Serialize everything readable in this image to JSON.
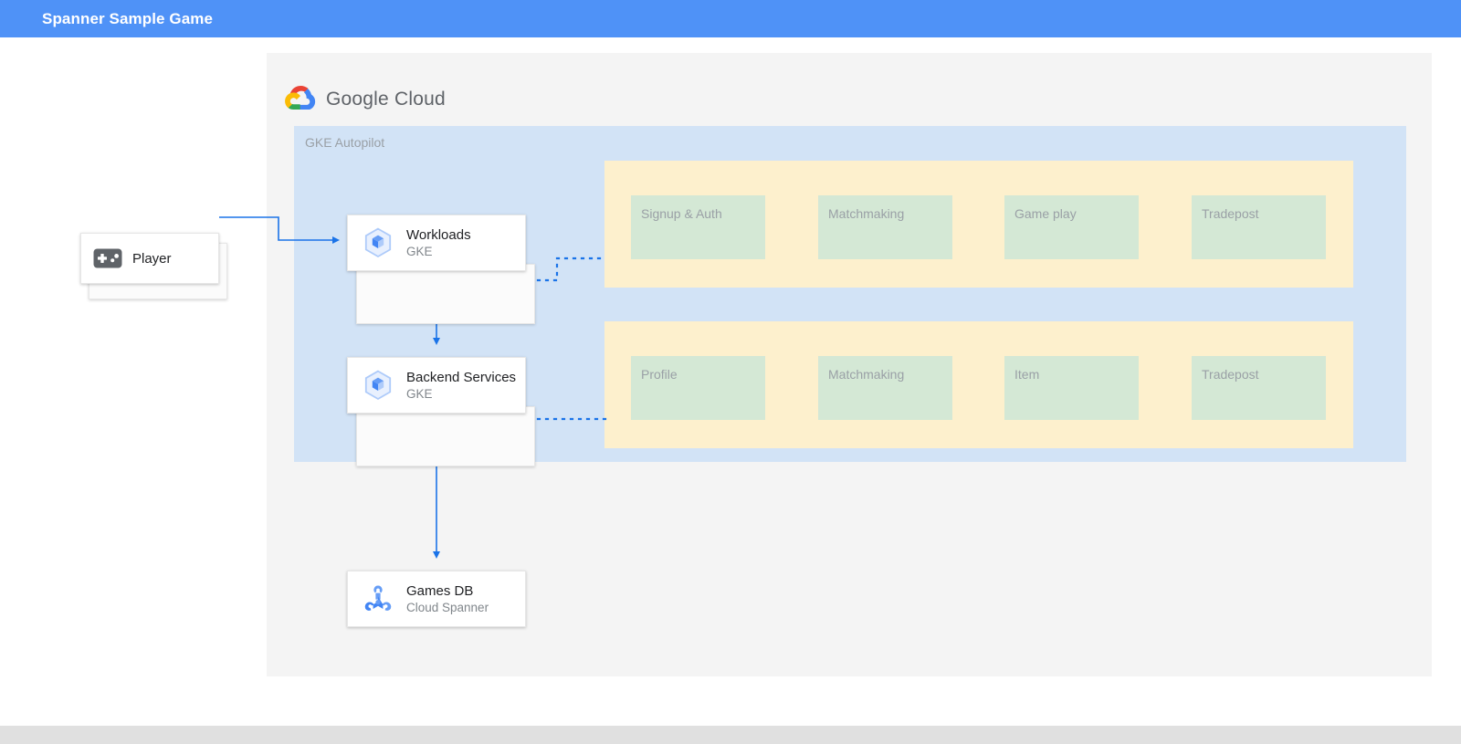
{
  "appbar": {
    "title": "Spanner Sample Game"
  },
  "branding": {
    "logo_icon": "google-cloud-logo-icon",
    "word1": "Google",
    "word2": "Cloud"
  },
  "platform": {
    "label": "GKE Autopilot"
  },
  "nodes": [
    {
      "id": "player",
      "title": "Player",
      "subtitle": "",
      "icon": "gamepad-icon",
      "stacked": true
    },
    {
      "id": "workloads",
      "title": "Workloads",
      "subtitle": "GKE",
      "icon": "gke-hexagon-icon",
      "stacked": true
    },
    {
      "id": "backend",
      "title": "Backend Services",
      "subtitle": "GKE",
      "icon": "gke-hexagon-icon",
      "stacked": true
    },
    {
      "id": "gamesdb",
      "title": "Games DB",
      "subtitle": "Cloud Spanner",
      "icon": "cloud-spanner-icon",
      "stacked": false
    }
  ],
  "service_groups": [
    {
      "id": "workloads-services",
      "boxes": [
        {
          "label": "Signup & Auth"
        },
        {
          "label": "Matchmaking"
        },
        {
          "label": "Game play"
        },
        {
          "label": "Tradepost"
        }
      ]
    },
    {
      "id": "backend-services",
      "boxes": [
        {
          "label": "Profile"
        },
        {
          "label": "Matchmaking"
        },
        {
          "label": "Item"
        },
        {
          "label": "Tradepost"
        }
      ]
    }
  ],
  "connectors": [
    {
      "id": "player-to-workloads",
      "style": "solid-arrow",
      "from": "player",
      "to": "workloads"
    },
    {
      "id": "workloads-to-backend",
      "style": "solid-arrow",
      "from": "workloads",
      "to": "backend"
    },
    {
      "id": "backend-to-gamesdb",
      "style": "solid-arrow",
      "from": "backend",
      "to": "gamesdb"
    },
    {
      "id": "workloads-to-services",
      "style": "dotted",
      "from": "workloads",
      "to": "workloads-services"
    },
    {
      "id": "backend-to-services",
      "style": "dotted",
      "from": "backend",
      "to": "backend-services"
    }
  ],
  "colors": {
    "appbar": "#4f92f7",
    "panel": "#f4f4f4",
    "gke_panel": "#d2e3f6",
    "service_group": "#fdf0cd",
    "service_box": "#d4e8d5",
    "connector": "#1a73e8",
    "muted_text": "#9aa0a6"
  }
}
